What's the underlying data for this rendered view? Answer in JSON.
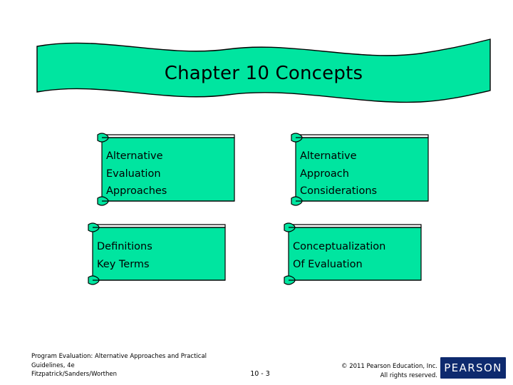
{
  "slide": {
    "title": "Chapter 10 Concepts",
    "theme": {
      "banner_fill": "#00E5A0",
      "banner_stroke": "#000000",
      "box_fill": "#00E5A0",
      "box_stroke": "#000000",
      "logo_bg": "#0E2A6E",
      "background": "#FFFFFF"
    },
    "boxes": [
      {
        "id": "alternative-evaluation-approaches",
        "text": "Alternative\nEvaluation\nApproaches"
      },
      {
        "id": "alternative-approach-considerations",
        "text": "Alternative\nApproach\nConsiderations"
      },
      {
        "id": "definitions-key-terms",
        "text": "Definitions\nKey Terms"
      },
      {
        "id": "conceptualization-of-evaluation",
        "text": "Conceptualization\nOf Evaluation"
      }
    ],
    "footer": {
      "source_line1": "Program Evaluation: Alternative Approaches and Practical",
      "source_line2": "Guidelines, 4e",
      "source_line3": "Fitzpatrick/Sanders/Worthen",
      "page_number": "10 - 3",
      "copyright_line1": "© 2011 Pearson Education, Inc.",
      "copyright_line2": "All rights reserved.",
      "logo_text": "PEARSON"
    }
  }
}
